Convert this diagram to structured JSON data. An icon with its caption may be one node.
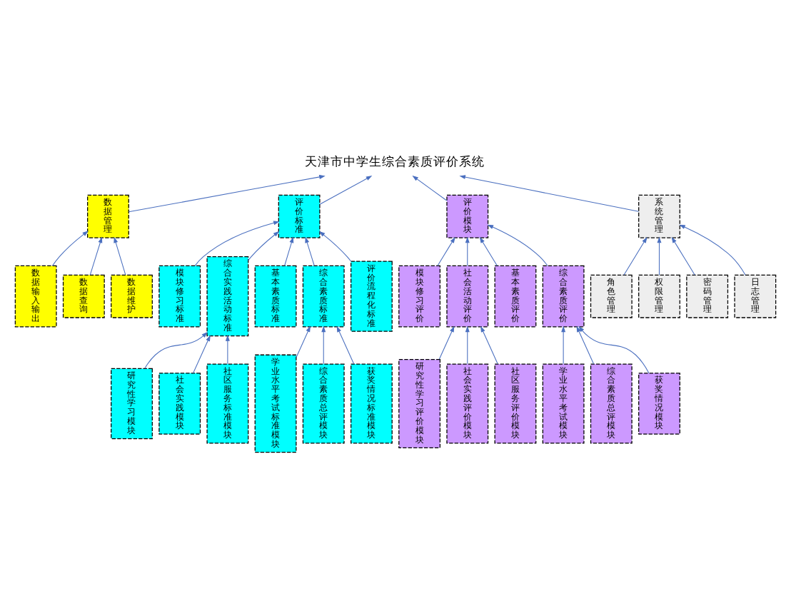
{
  "diagram": {
    "nodes": [
      {
        "text": [
          "天津市中学生综合素质评价系统"
        ]
      },
      {
        "text": [
          "数据管理"
        ]
      },
      {
        "text": [
          "评价标准"
        ]
      },
      {
        "text": [
          "评价模块"
        ]
      },
      {
        "text": [
          "系统管理"
        ]
      },
      {
        "text": [
          "数据输入输出"
        ]
      },
      {
        "text": [
          "数据查询"
        ]
      },
      {
        "text": [
          "数据维护"
        ]
      },
      {
        "text": [
          "模块修习标准"
        ]
      },
      {
        "text": [
          "综合实践活动标准"
        ]
      },
      {
        "text": [
          "基本素质标准"
        ]
      },
      {
        "text": [
          "综合素质标准"
        ]
      },
      {
        "text": [
          "评价流程化标准"
        ]
      },
      {
        "text": [
          "模块修习评价"
        ]
      },
      {
        "text": [
          "社会活动评价"
        ]
      },
      {
        "text": [
          "基本素质评价"
        ]
      },
      {
        "text": [
          "综合素质评价"
        ]
      },
      {
        "text": [
          "角色管理"
        ]
      },
      {
        "text": [
          "权限管理"
        ]
      },
      {
        "text": [
          "密码管理"
        ]
      },
      {
        "text": [
          "日志管理"
        ]
      },
      {
        "text": [
          "研究性学习模块"
        ]
      },
      {
        "text": [
          "社会实践模块"
        ]
      },
      {
        "text": [
          "社区服务标准模块"
        ]
      },
      {
        "text": [
          "学业水平考试标准模块"
        ]
      },
      {
        "text": [
          "综合素质总评模块"
        ]
      },
      {
        "text": [
          "获奖情况标准模块"
        ]
      },
      {
        "text": [
          "研究性学习评价模块"
        ]
      },
      {
        "text": [
          "社会实践评价模块"
        ]
      },
      {
        "text": [
          "社区服务评价模块"
        ]
      },
      {
        "text": [
          "学业水平考试模块"
        ]
      },
      {
        "text": [
          "综合素质总评模块"
        ]
      },
      {
        "text": [
          "获奖情况模块"
        ]
      }
    ],
    "edges": [
      {
        "from": 1,
        "to": 0,
        "arrow": "to"
      },
      {
        "from": 2,
        "to": 0,
        "arrow": "to"
      },
      {
        "from": 3,
        "to": 0,
        "arrow": "to"
      },
      {
        "from": 4,
        "to": 0,
        "arrow": "to"
      },
      {
        "from": 5,
        "to": 1,
        "arrow": "to"
      },
      {
        "from": 6,
        "to": 1,
        "arrow": "to"
      },
      {
        "from": 7,
        "to": 1,
        "arrow": "to"
      },
      {
        "from": 8,
        "to": 2,
        "arrow": "to"
      },
      {
        "from": 9,
        "to": 2,
        "arrow": "to"
      },
      {
        "from": 10,
        "to": 2,
        "arrow": "to"
      },
      {
        "from": 11,
        "to": 2,
        "arrow": "to"
      },
      {
        "from": 12,
        "to": 2,
        "arrow": "to"
      },
      {
        "from": 13,
        "to": 3,
        "arrow": "to"
      },
      {
        "from": 14,
        "to": 3,
        "arrow": "to"
      },
      {
        "from": 15,
        "to": 3,
        "arrow": "to"
      },
      {
        "from": 16,
        "to": 3,
        "arrow": "to"
      },
      {
        "from": 17,
        "to": 4,
        "arrow": "to"
      },
      {
        "from": 18,
        "to": 4,
        "arrow": "to"
      },
      {
        "from": 19,
        "to": 4,
        "arrow": "to"
      },
      {
        "from": 20,
        "to": 4,
        "arrow": "to"
      },
      {
        "from": 21,
        "to": 9,
        "arrow": "to"
      },
      {
        "from": 22,
        "to": 9,
        "arrow": "to"
      },
      {
        "from": 23,
        "to": 9,
        "arrow": "to"
      },
      {
        "from": 24,
        "to": 11,
        "arrow": "to"
      },
      {
        "from": 25,
        "to": 11,
        "arrow": "to"
      },
      {
        "from": 26,
        "to": 11,
        "arrow": "to"
      },
      {
        "from": 27,
        "to": 14,
        "arrow": "to"
      },
      {
        "from": 28,
        "to": 14,
        "arrow": "to"
      },
      {
        "from": 29,
        "to": 14,
        "arrow": "to"
      },
      {
        "from": 30,
        "to": 16,
        "arrow": "to"
      },
      {
        "from": 31,
        "to": 16,
        "arrow": "to"
      },
      {
        "from": 32,
        "to": 16,
        "arrow": "to"
      }
    ]
  }
}
